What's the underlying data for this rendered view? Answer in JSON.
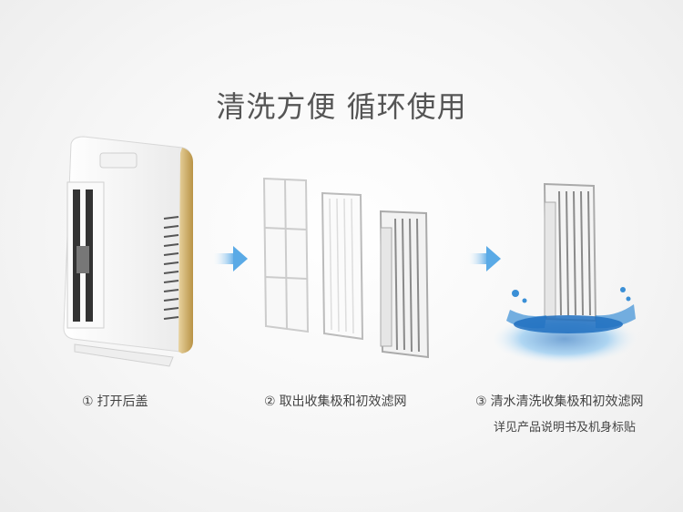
{
  "headline": "清洗方便 循环使用",
  "steps": [
    {
      "number": "①",
      "text": "打开后盖"
    },
    {
      "number": "②",
      "text": "取出收集极和初效滤网"
    },
    {
      "number": "③",
      "text": "清水清洗收集极和初效滤网"
    }
  ],
  "note": "详见产品说明书及机身标贴",
  "colors": {
    "arrow": "#6fb6ea",
    "gold_trim": "#c9a55a",
    "water": "#3a8fd6"
  }
}
